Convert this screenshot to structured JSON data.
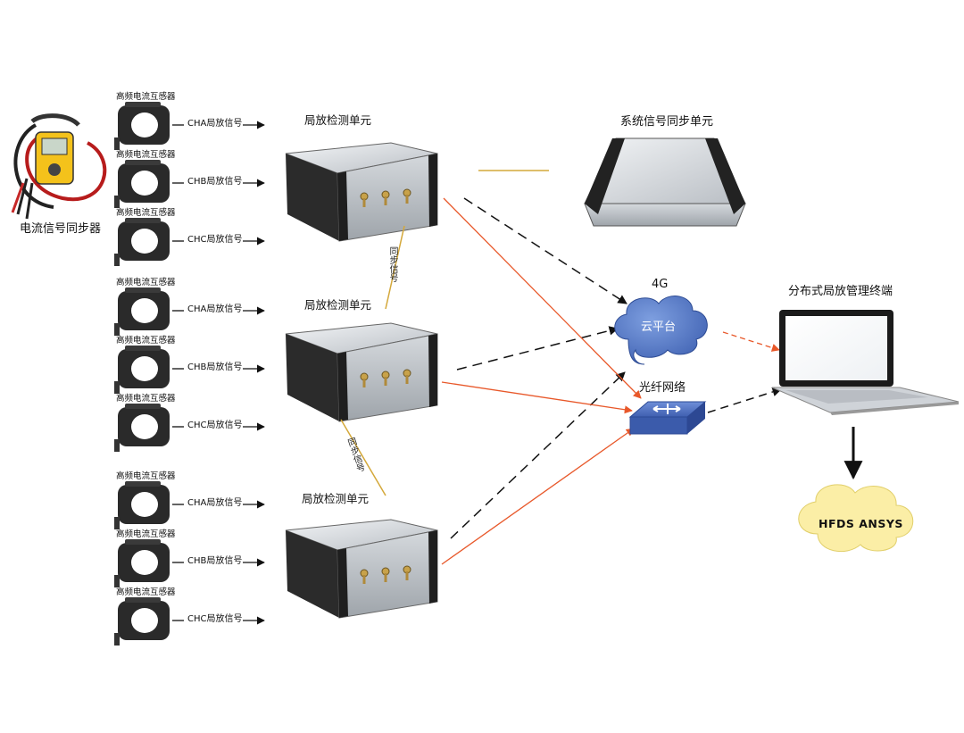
{
  "sensor": {
    "label": "电流信号同步器"
  },
  "ct_label": "高频电流互感器",
  "groups": [
    {
      "unit_label": "局放检测单元",
      "channels": [
        {
          "signal": "CHA局放信号"
        },
        {
          "signal": "CHB局放信号"
        },
        {
          "signal": "CHC局放信号"
        }
      ]
    },
    {
      "unit_label": "局放检测单元",
      "channels": [
        {
          "signal": "CHA局放信号"
        },
        {
          "signal": "CHB局放信号"
        },
        {
          "signal": "CHC局放信号"
        }
      ]
    },
    {
      "unit_label": "局放检测单元",
      "channels": [
        {
          "signal": "CHA局放信号"
        },
        {
          "signal": "CHB局放信号"
        },
        {
          "signal": "CHC局放信号"
        }
      ]
    }
  ],
  "sync_links": [
    {
      "label": "同步信号"
    },
    {
      "label": "同步信号"
    }
  ],
  "sync_unit": {
    "label": "系统信号同步单元"
  },
  "cloud": {
    "top_label": "4G",
    "inner_label": "云平台"
  },
  "network": {
    "label": "光纤网络"
  },
  "terminal": {
    "label": "分布式局放管理终端"
  },
  "software": {
    "label": "HFDS  ANSYS"
  },
  "colors": {
    "orange": "#e8582a",
    "dashed": "#111111",
    "sync_line": "#d4a83a",
    "cloud_blue": "#4a6fb5",
    "cloud_yellow": "#fbeea6"
  }
}
